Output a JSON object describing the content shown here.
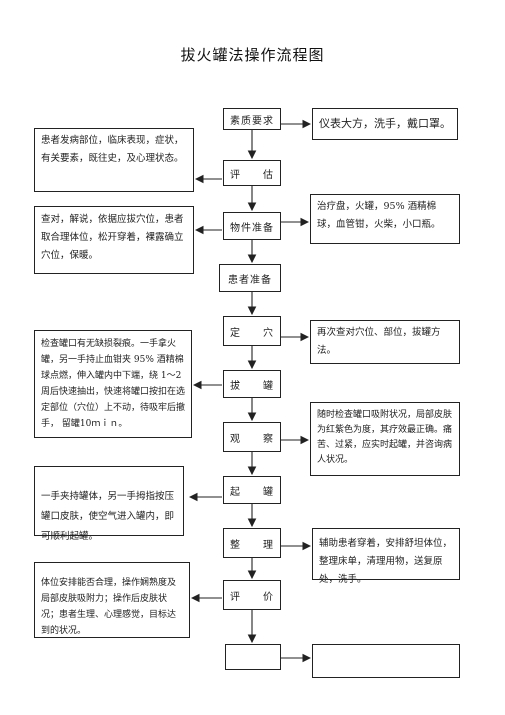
{
  "title": "拔火罐法操作流程图",
  "main_steps": [
    "素质要求",
    "评　　估",
    "物件准备",
    "患者准备",
    "定　　穴",
    "拔　　罐",
    "观　　察",
    "起　　罐",
    "整　　理",
    "评　　价",
    ""
  ],
  "right_notes": [
    "仪表大方，洗手，戴口罩。",
    "治疗盘，火罐，95% 酒精棉球，血管钳，火柴，小口瓶。",
    "再次查对穴位、部位，拔罐方法。",
    "随时检查罐口吸附状况，局部皮肤为红紫色为度，其疗效最正确。痛苦、过紧，应实时起罐，并咨询病人状况。",
    "辅助患者穿着，安排舒坦体位，整理床单，清理用物，送复原处，洗手。",
    ""
  ],
  "left_notes": [
    "患者发病部位，临床表现，症状，有关要素，既往史，及心理状态。",
    "查对，解说，依据应拔穴位，患者取合理体位，松开穿着，裸露确立穴位，保暖。",
    "检查罐口有无缺损裂痕。一手拿火罐，另一手持止血钳夹 95% 酒精棉球点燃，伸入罐内中下端，绕 1～2 周后快速抽出，快速将罐口按扣在选定部位（穴位）上不动，待吸牢后撤手， 留罐10ｍｉｎ。",
    "一手夹持罐体，另一手拇指按压罐口皮肤，使空气进入罐内，即可顺利起罐。",
    "体位安排能否合理，操作娴熟度及局部皮肤吸附力；操作后皮肤状况；患者生理、心理感觉，目标达到的状况。"
  ]
}
